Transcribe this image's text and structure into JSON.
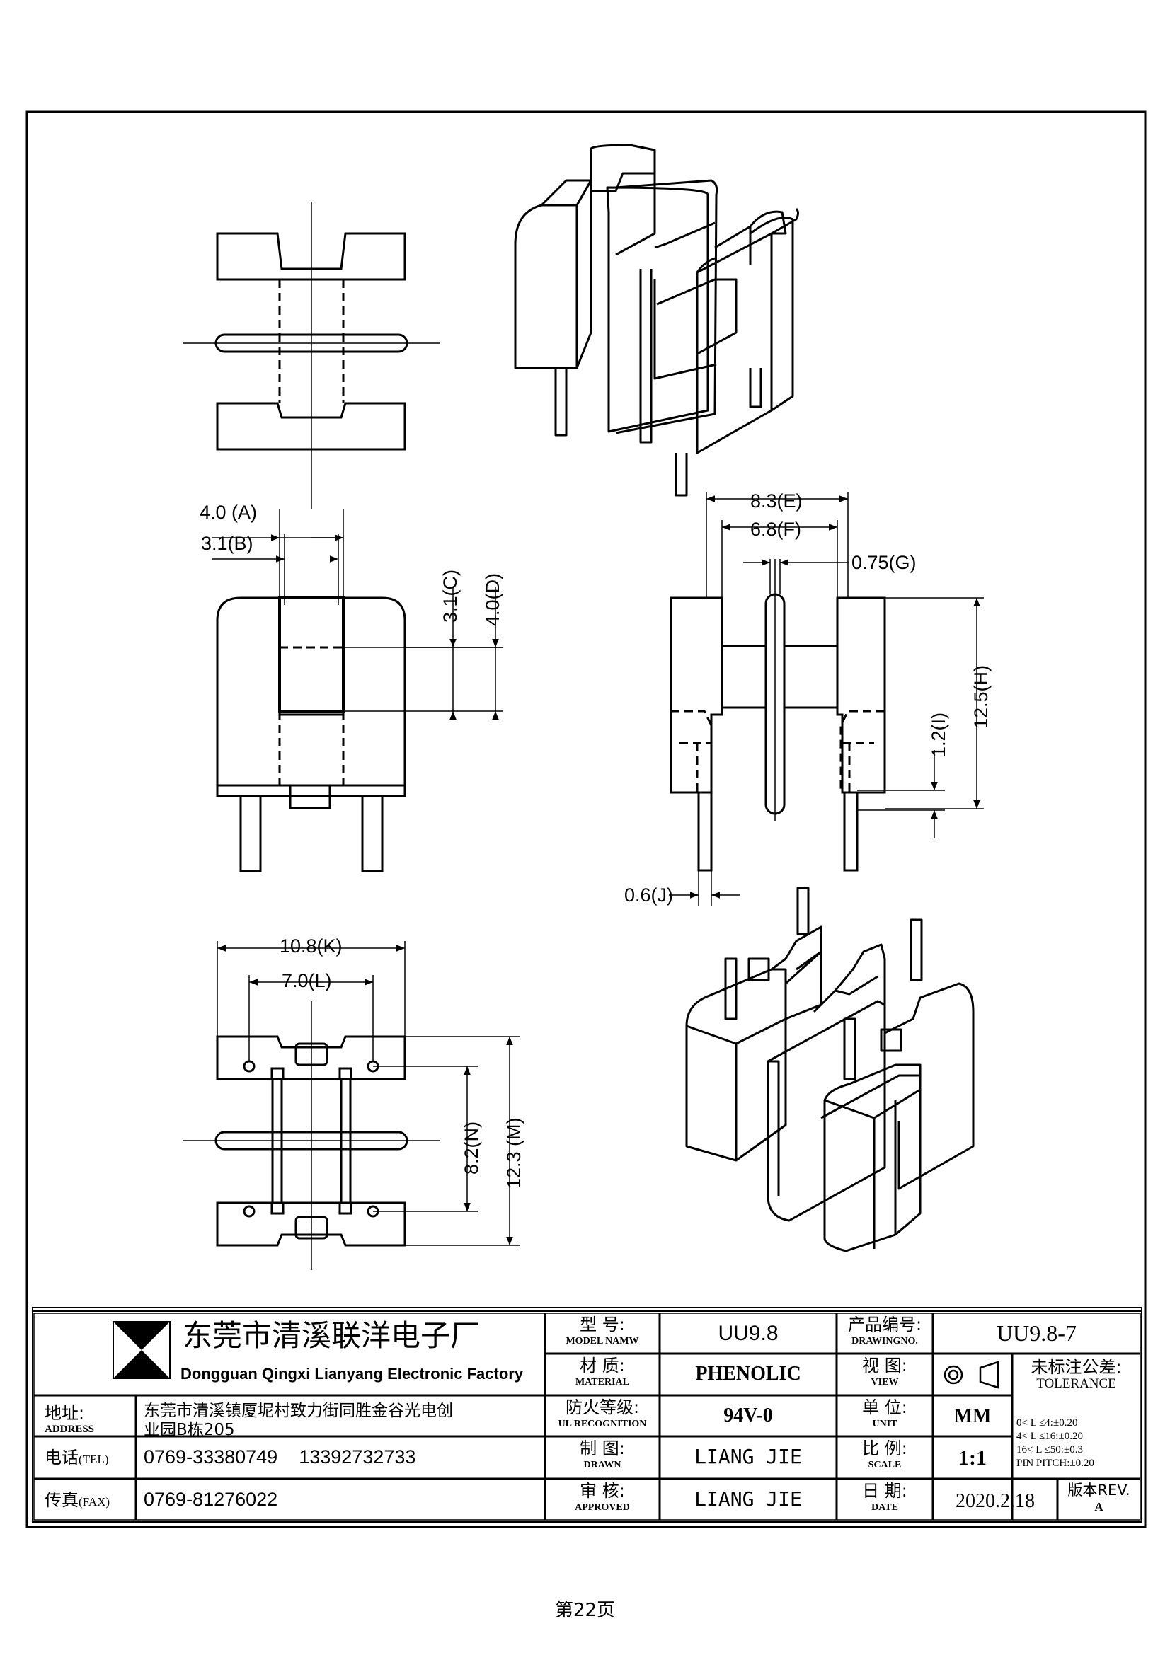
{
  "dims": {
    "A": "4.0 (A)",
    "B": "3.1(B)",
    "C": "3.1(C)",
    "D": "4.0(D)",
    "E": "8.3(E)",
    "F": "6.8(F)",
    "G": "0.75(G)",
    "H": "12.5(H)",
    "I": "1.2(I)",
    "J": "0.6(J)",
    "K": "10.8(K)",
    "L": "7.0(L)",
    "N": "8.2(N)",
    "M": "12.3 (M)"
  },
  "title_block": {
    "company_cn": "东莞市清溪联洋电子厂",
    "company_en": "Dongguan Qingxi Lianyang Electronic Factory",
    "address_label_cn": "地址:",
    "address_label_en": "ADDRESS",
    "address_line1": "东莞市清溪镇厦坭村致力街同胜金谷光电创",
    "address_line2": "业园B栋205",
    "tel_label_cn": "电话",
    "tel_label_en": "(TEL)",
    "tel_value": "0769-33380749    13392732733",
    "fax_label_cn": "传真",
    "fax_label_en": "(FAX)",
    "fax_value": "0769-81276022",
    "model_label_cn": "型  号:",
    "model_label_en": "MODEL NAMW",
    "model_value": "UU9.8",
    "material_label_cn": "材  质:",
    "material_label_en": "MATERIAL",
    "material_value": "PHENOLIC",
    "ul_label_cn": "防火等级:",
    "ul_label_en": "UL RECOGNITION",
    "ul_value": "94V-0",
    "drawn_label_cn": "制  图:",
    "drawn_label_en": "DRAWN",
    "drawn_value": "LIANG JIE",
    "approved_label_cn": "审  核:",
    "approved_label_en": "APPROVED",
    "approved_value": "LIANG JIE",
    "drawingno_label_cn": "产品编号:",
    "drawingno_label_en": "DRAWINGNO.",
    "drawingno_value": "UU9.8-7",
    "view_label_cn": "视  图:",
    "view_label_en": "VIEW",
    "unit_label_cn": "单  位:",
    "unit_label_en": "UNIT",
    "unit_value": "MM",
    "scale_label_cn": "比  例:",
    "scale_label_en": "SCALE",
    "scale_value": "1:1",
    "date_label_cn": "日  期:",
    "date_label_en": "DATE",
    "date_value": "2020.2.18",
    "tolerance_label_cn": "未标注公差:",
    "tolerance_label_en": "TOLERANCE",
    "tolerance_lines": [
      "0< L ≤4:±0.20",
      "4< L ≤16:±0.20",
      "16< L ≤50:±0.3",
      "PIN PITCH:±0.20"
    ],
    "rev_label": "版本REV.",
    "rev_value": "A"
  },
  "footer": {
    "page": "第22页"
  }
}
